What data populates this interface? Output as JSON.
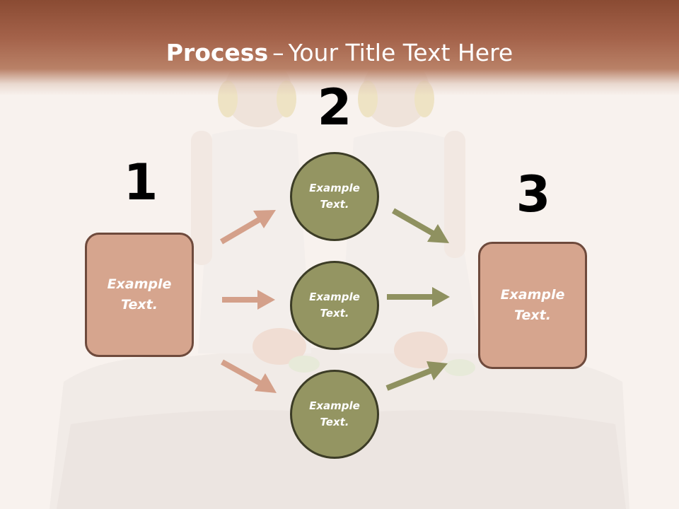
{
  "slide": {
    "title_bold": "Process",
    "title_dash": "–",
    "title_rest": "Your Title Text Here"
  },
  "steps": [
    {
      "number": "1",
      "text": "Example Text."
    },
    {
      "number": "2",
      "text": "Example Text."
    },
    {
      "number": "3",
      "text": "Example Text."
    }
  ],
  "circles": [
    {
      "text": "Example Text."
    },
    {
      "text": "Example Text."
    },
    {
      "text": "Example Text."
    }
  ],
  "colors": {
    "header": "#a4624a",
    "box_fill": "#d6a58e",
    "box_border": "#6e4a3c",
    "circle_fill": "#949562",
    "circle_border": "#3c3c26",
    "arrow_left": "#d4a08a",
    "arrow_right": "#8f9160"
  }
}
